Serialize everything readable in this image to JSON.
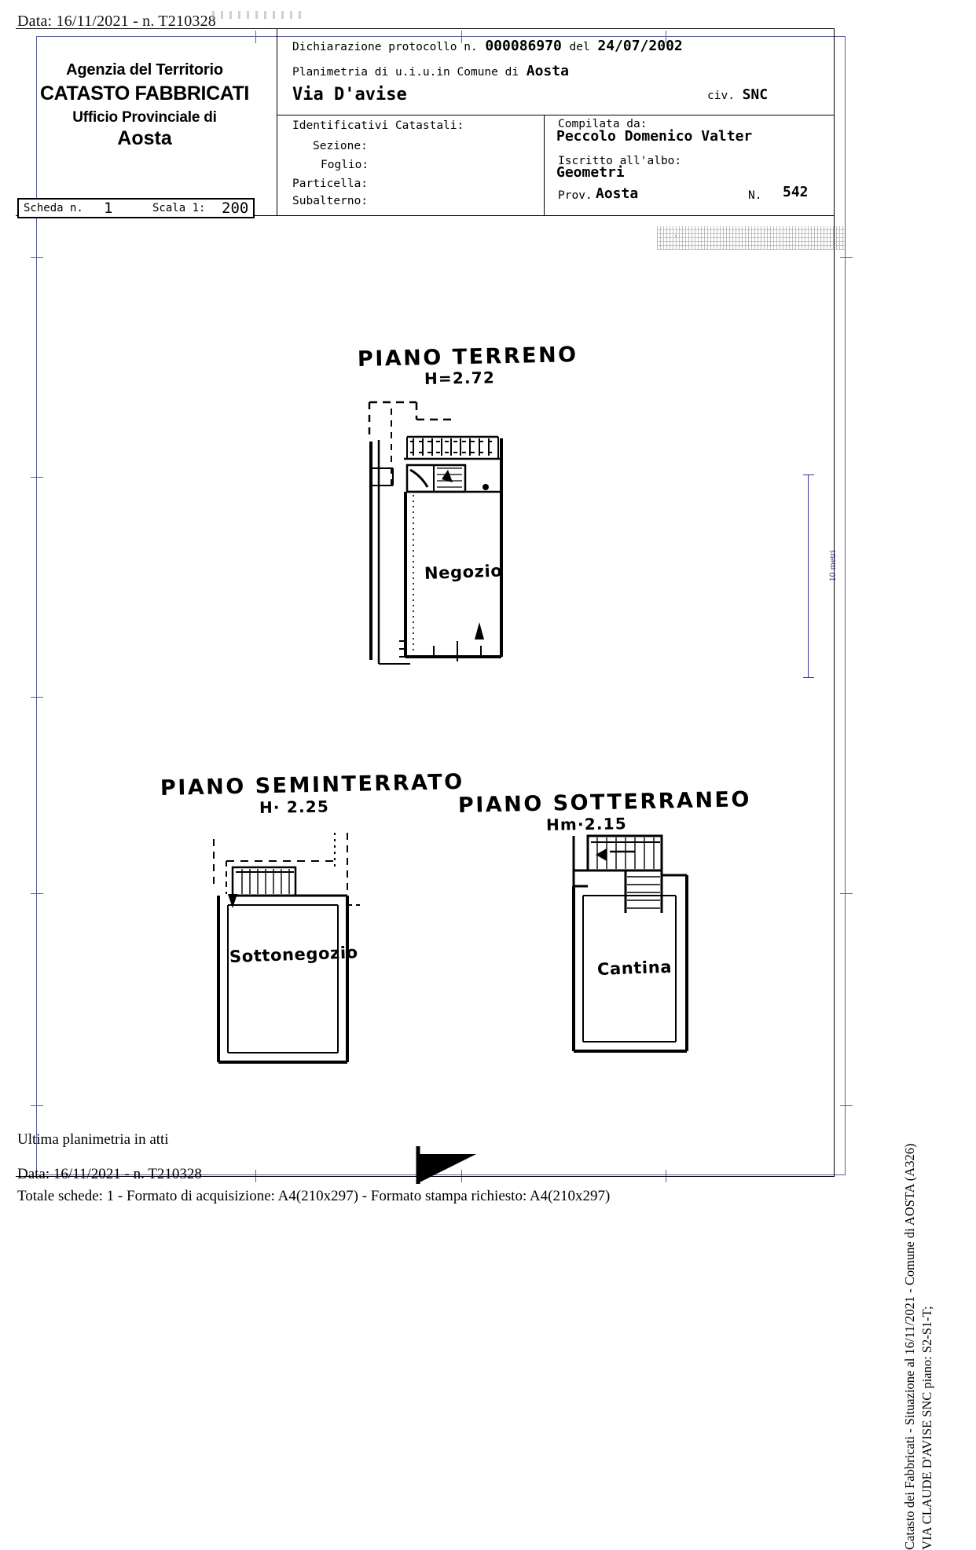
{
  "scan": {
    "top_line": "Data: 16/11/2021 - n. T210328"
  },
  "agency": {
    "line1": "Agenzia del Territorio",
    "line2": "CATASTO FABBRICATI",
    "line3": "Ufficio Provinciale di",
    "line4": "Aosta"
  },
  "scheda": {
    "label_scheda": "Scheda n.",
    "value_scheda": "1",
    "label_scala": "Scala 1:",
    "value_scala": "200"
  },
  "header": {
    "protocol_label": "Dichiarazione protocollo n.",
    "protocol_number": "000086970",
    "protocol_del": "del",
    "protocol_date": "24/07/2002",
    "planimetria_label": "Planimetria di u.i.u.in Comune di",
    "comune": "Aosta",
    "via": "Via D'avise",
    "civ_label": "civ.",
    "civ_value": "SNC",
    "identificativi_label": "Identificativi Catastali:",
    "sezione_label": "Sezione:",
    "sezione_value": "",
    "foglio_label": "Foglio:",
    "foglio_value": "",
    "particella_label": "Particella:",
    "particella_value": "",
    "subalterno_label": "Subalterno:",
    "subalterno_value": "",
    "compilata_label": "Compilata da:",
    "compilata_value": "Peccolo Domenico Valter",
    "albo_label": "Iscritto all'albo:",
    "albo_value": "Geometri",
    "prov_label": "Prov.",
    "prov_value": "Aosta",
    "n_label": "N.",
    "n_value": "542"
  },
  "plans": [
    {
      "id": "ground",
      "title": "PIANO TERRENO",
      "height_label": "H=2.72",
      "room": "Negozio"
    },
    {
      "id": "semi",
      "title": "PIANO SEMINTERRATO",
      "height_label": "H· 2.25",
      "room": "Sottonegozio"
    },
    {
      "id": "sotterraneo",
      "title": "PIANO SOTTERRANEO",
      "height_label": "Hm·2.15",
      "room": "Cantina"
    }
  ],
  "scale_note": "10 metri",
  "margin": {
    "line1": "Catasto dei Fabbricati - Situazione al 16/11/2021 - Comune di AOSTA (A326)",
    "line2": "VIA CLAUDE D'AVISE SNC piano: S2-S1-T;"
  },
  "footer": {
    "line1": "Ultima planimetria in atti",
    "line2": "Data: 16/11/2021 - n. T210328",
    "line3": "Totale schede: 1 - Formato di acquisizione: A4(210x297)  - Formato stampa richiesto: A4(210x297)"
  },
  "colors": {
    "frame_blue": "#5a5f9e",
    "ink": "#000000",
    "paper": "#ffffff"
  }
}
